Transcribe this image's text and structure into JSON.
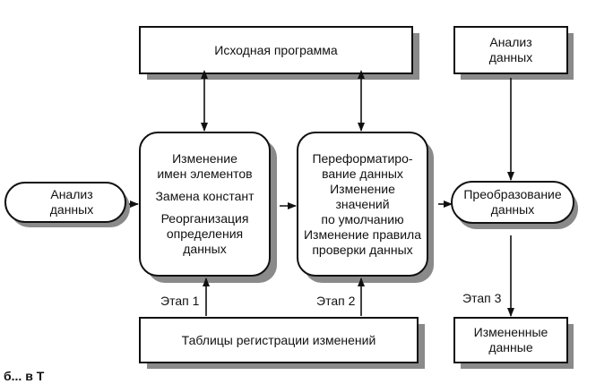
{
  "nodes": {
    "source_program": "Исходная программа",
    "data_analysis_top": "Анализ\nданных",
    "data_analysis_left": "Анализ\nданных",
    "stage1_box": {
      "items": [
        "Изменение\nимен элементов",
        "Замена констант",
        "Реорганизация\nопределения\nданных"
      ]
    },
    "stage2_box": {
      "items": [
        "Переформатиро-\nвание данных",
        "Изменение\nзначений\nпо умолчанию",
        "Изменение правила\nпроверки данных"
      ]
    },
    "data_transformation": "Преобразование\nданных",
    "change_log_tables": "Таблицы регистрации изменений",
    "changed_data": "Измененные\nданные"
  },
  "labels": {
    "stage1": "Этап 1",
    "stage2": "Этап 2",
    "stage3": "Этап 3"
  },
  "caption_fragment": "б...    в Т"
}
